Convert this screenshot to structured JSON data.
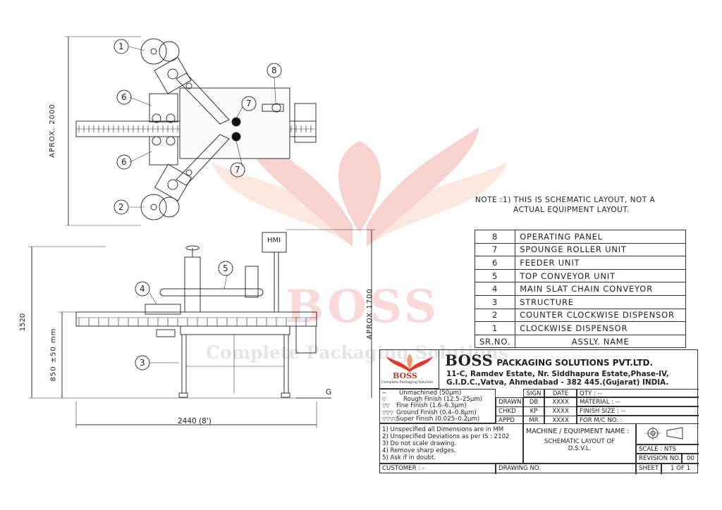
{
  "watermark": {
    "brand": "BOSS",
    "tagline": "Complete Packaging Solutions"
  },
  "callouts": {
    "c1": "1",
    "c2": "2",
    "c3": "3",
    "c4": "4",
    "c5": "5",
    "c6": "6",
    "c7": "7",
    "c8": "8"
  },
  "dimensions": {
    "plan_width": "APROX. 2000",
    "elev_height": "1520",
    "elev_conveyor": "850 ±50 mm",
    "elev_hmi": "APROX 1700",
    "length": "2440 (8')",
    "ground": "G",
    "hmi_label": "HMI"
  },
  "note": {
    "line1": "NOTE :1) THIS IS SCHEMATIC LAYOUT, NOT A",
    "line2": "ACTUAL EQUIPMENT LAYOUT."
  },
  "parts": [
    {
      "no": "8",
      "name": "OPERATING PANEL"
    },
    {
      "no": "7",
      "name": "SPOUNGE ROLLER UNIT"
    },
    {
      "no": "6",
      "name": "FEEDER UNIT"
    },
    {
      "no": "5",
      "name": "TOP CONVEYOR UNIT"
    },
    {
      "no": "4",
      "name": "MAIN SLAT CHAIN CONVEYOR"
    },
    {
      "no": "3",
      "name": "STRUCTURE"
    },
    {
      "no": "2",
      "name": "COUNTER CLOCKWISE DISPENSOR"
    },
    {
      "no": "1",
      "name": "CLOCKWISE DISPENSOR"
    }
  ],
  "parts_header": {
    "no": "SR.NO.",
    "name": "ASSLY. NAME"
  },
  "title_block": {
    "company_big": "BOSS",
    "company_rest": "PACKAGING SOLUTIONS PVT.LTD.",
    "addr1": "11-C, Ramdev Estate, Nr. Siddhapura Estate,Phase-IV,",
    "addr2": "G.I.D.C.,Vatva, Ahmedabad - 382 445.(Gujarat) INDIA.",
    "logo_word": "BOSS",
    "logo_tag": "Complete Packaging Solution",
    "finishes": [
      {
        "sym": "~",
        "text": "Unmachined (50µm)"
      },
      {
        "sym": "▽",
        "text": "Rough Finish (12.5–25µm)"
      },
      {
        "sym": "▽▽",
        "text": "Fine Finish (1.6–6.3µm)"
      },
      {
        "sym": "▽▽▽",
        "text": "Ground Finish (0.4–0.8µm)"
      },
      {
        "sym": "▽▽▽▽",
        "text": "Super Finish (0.025–0.2µm)"
      }
    ],
    "sign_head": "SIGN",
    "date_head": "DATE",
    "rows": [
      {
        "role": "DRAWN",
        "sign": "DB",
        "date": "XXXX"
      },
      {
        "role": "CHKD",
        "sign": "KP",
        "date": "XXXX"
      },
      {
        "role": "APPD",
        "sign": "MR",
        "date": "XXXX"
      }
    ],
    "qty": "QTY : --",
    "material": "MATERIAL : --",
    "finish_size": "FINISH SIZE : --",
    "for_mc": "FOR M/C NO. :",
    "notes": [
      "1) Unspecified all Dimensions are in MM",
      "2) Unspecified Deviations as per IS : 2102",
      "3) Do not scale drawing.",
      "4) Remove sharp edges.",
      "5) Ask if in doubt."
    ],
    "machine_label": "MACHINE / EQUIPMENT NAME :",
    "machine_name1": "SCHEMATIC LAYOUT OF",
    "machine_name2": "D.S.V.L.",
    "scale": "SCALE : NTS",
    "revision_label": "REVISION NO.",
    "revision_value": "00",
    "sheet_label": "SHEET",
    "sheet_value": "1 OF 1",
    "customer": "CUSTOMER : -",
    "drawing_no": "DRAWING NO."
  },
  "colors": {
    "watermark_red": "#e0392b",
    "watermark_orange": "#f39c6b",
    "line": "#333333"
  }
}
